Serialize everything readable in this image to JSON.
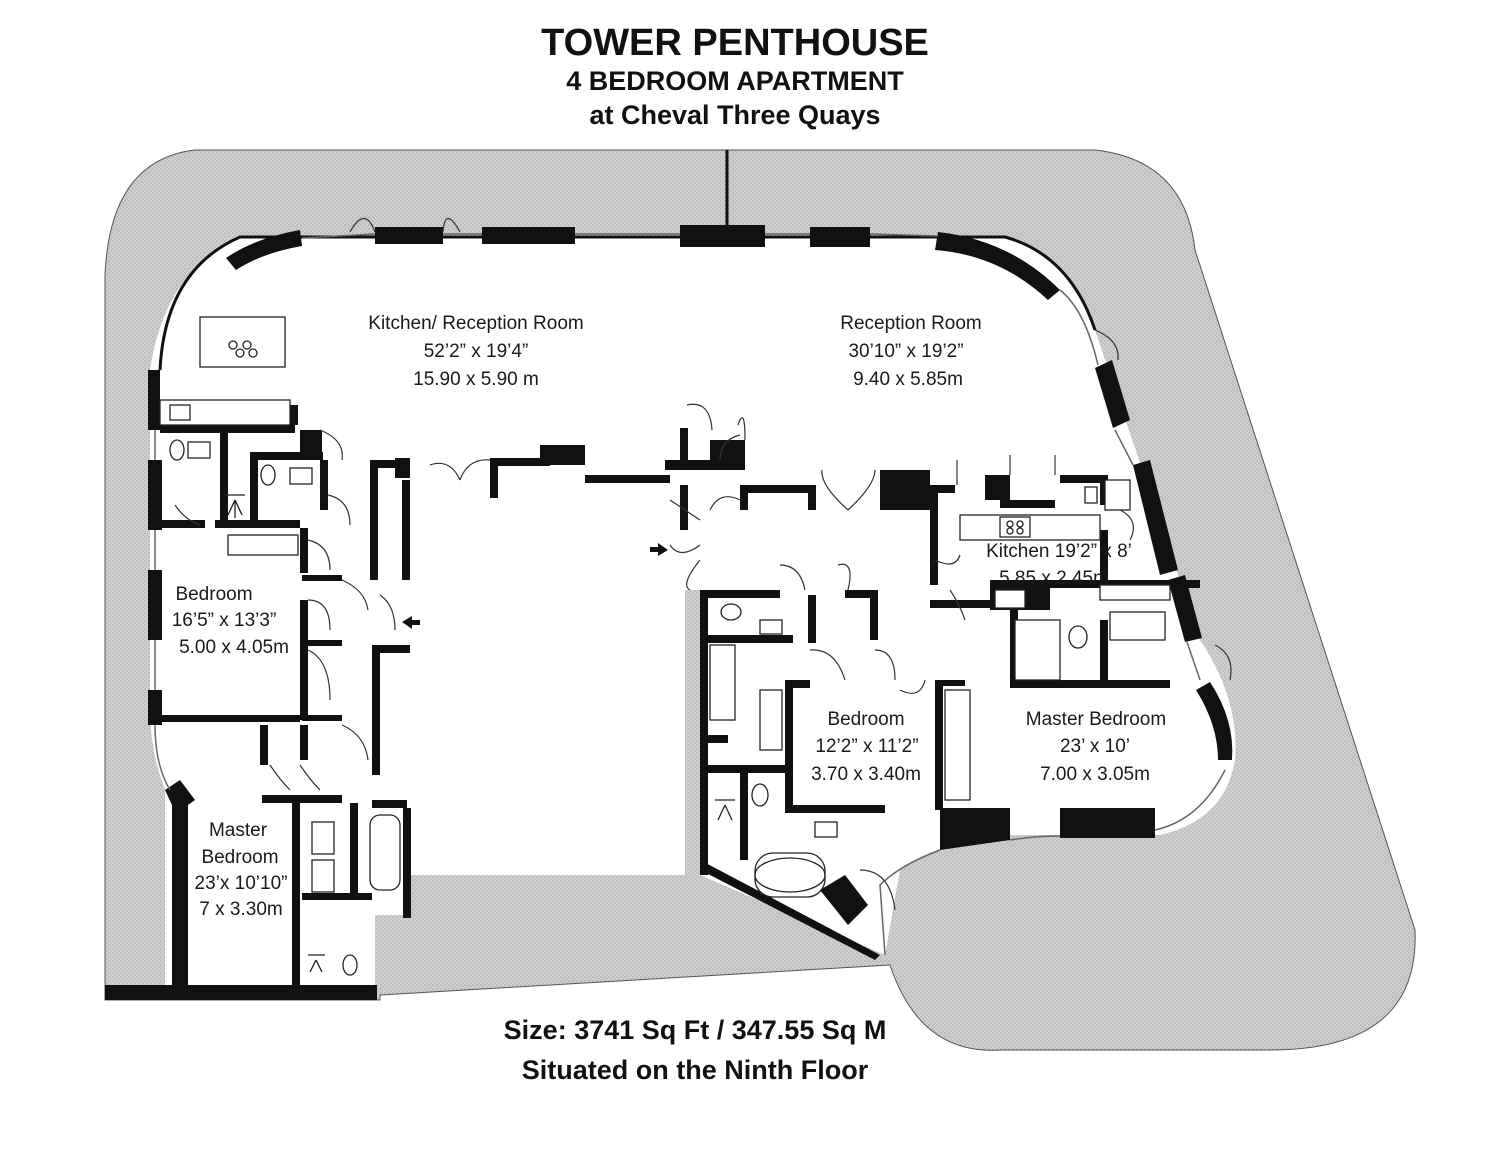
{
  "title": {
    "line1": "TOWER PENTHOUSE",
    "line2": "4 BEDROOM APARTMENT",
    "line3": "at Cheval Three Quays"
  },
  "rooms": {
    "kitchen_reception": {
      "name": "Kitchen/ Reception Room",
      "imperial": "52’2” x 19’4”",
      "metric": "15.90 x 5.90 m"
    },
    "reception": {
      "name": "Reception Room",
      "imperial": "30’10” x 19’2”",
      "metric": "9.40 x 5.85m"
    },
    "kitchen": {
      "name": "Kitchen 19’2” x 8’",
      "metric": "5.85 x 2.45m"
    },
    "bedroom_west": {
      "name": "Bedroom",
      "imperial": "16’5” x 13’3”",
      "metric": "5.00 x 4.05m"
    },
    "master_west": {
      "name1": "Master",
      "name2": "Bedroom",
      "imperial": "23’x 10’10”",
      "metric": "7 x 3.30m"
    },
    "bedroom_center": {
      "name": "Bedroom",
      "imperial": "12’2” x 11’2”",
      "metric": "3.70 x 3.40m"
    },
    "master_east": {
      "name": "Master Bedroom",
      "imperial": "23’ x 10’",
      "metric": "7.00 x 3.05m"
    }
  },
  "footer": {
    "size": "Size: 3741 Sq Ft / 347.55 Sq M",
    "floor": "Situated on the Ninth Floor"
  },
  "colors": {
    "wall": "#111111",
    "terrace": "#c8c8c8",
    "floor": "#ffffff"
  },
  "icons": [
    "hob-icon",
    "sink-icon",
    "toilet-icon",
    "shower-icon",
    "bath-icon",
    "entrance-arrow-icon"
  ]
}
